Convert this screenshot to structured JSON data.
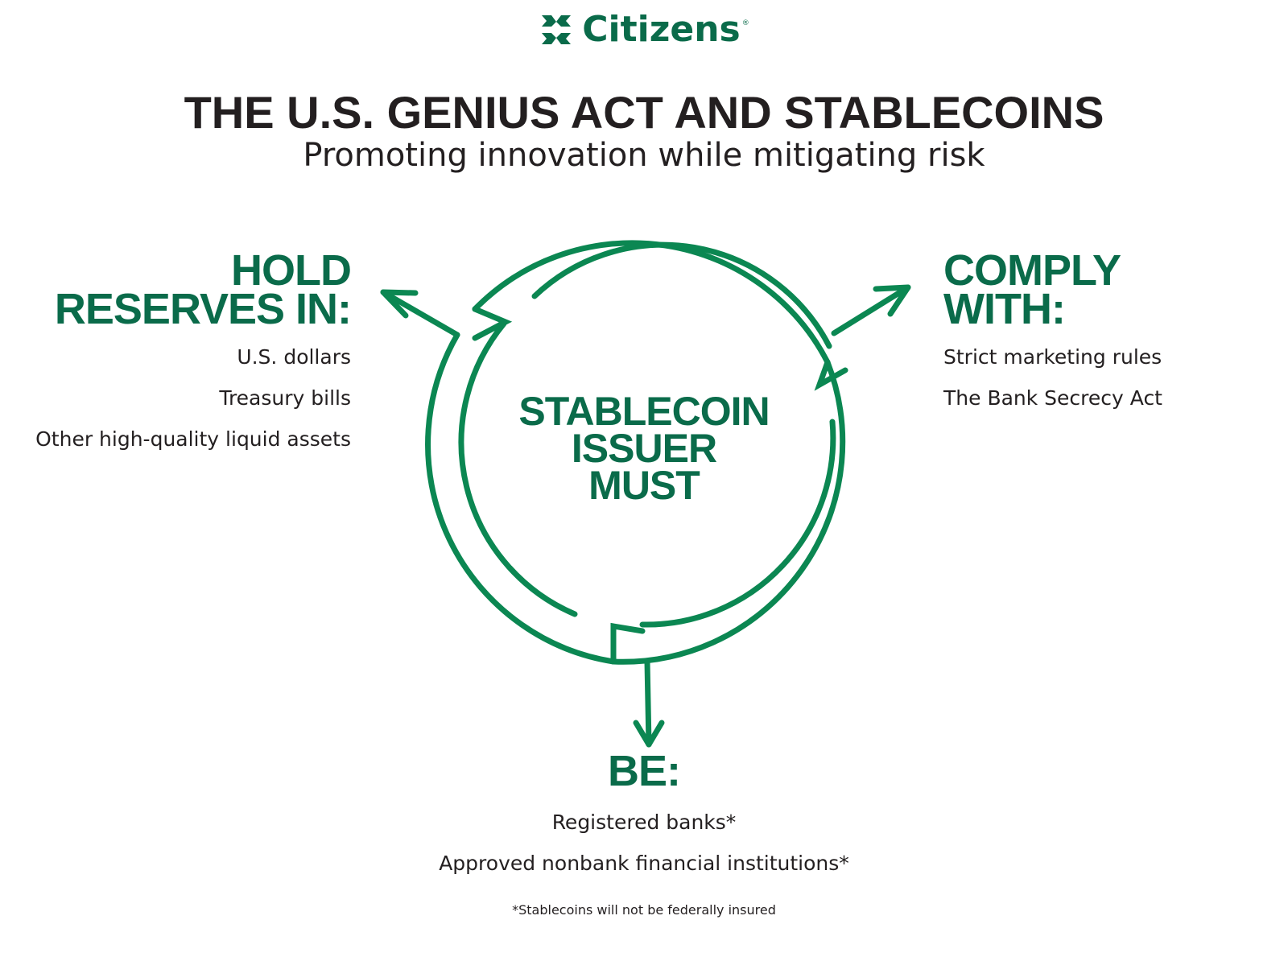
{
  "brand": {
    "name": "Citizens",
    "registered_mark": "®",
    "logo_icon": "citizens-logo-mark",
    "color": "#0a6b4a"
  },
  "header": {
    "title": "THE U.S. GENIUS ACT AND STABLECOINS",
    "subtitle": "Promoting innovation while mitigating risk"
  },
  "center": {
    "lines": [
      "STABLECOIN",
      "ISSUER",
      "MUST"
    ]
  },
  "sections": {
    "hold": {
      "heading_lines": [
        "HOLD",
        "RESERVES IN:"
      ],
      "items": [
        "U.S. dollars",
        "Treasury bills",
        "Other high-quality liquid assets"
      ]
    },
    "comply": {
      "heading_lines": [
        "COMPLY",
        "WITH:"
      ],
      "items": [
        "Strict marketing rules",
        "The Bank Secrecy Act"
      ]
    },
    "be": {
      "heading_lines": [
        "BE:"
      ],
      "items": [
        "Registered banks*",
        "Approved nonbank financial institutions*"
      ]
    }
  },
  "footnote": "*Stablecoins will not be federally insured",
  "colors": {
    "accent": "#0a6b4a",
    "arrow": "#0b8752",
    "text": "#231f20"
  }
}
